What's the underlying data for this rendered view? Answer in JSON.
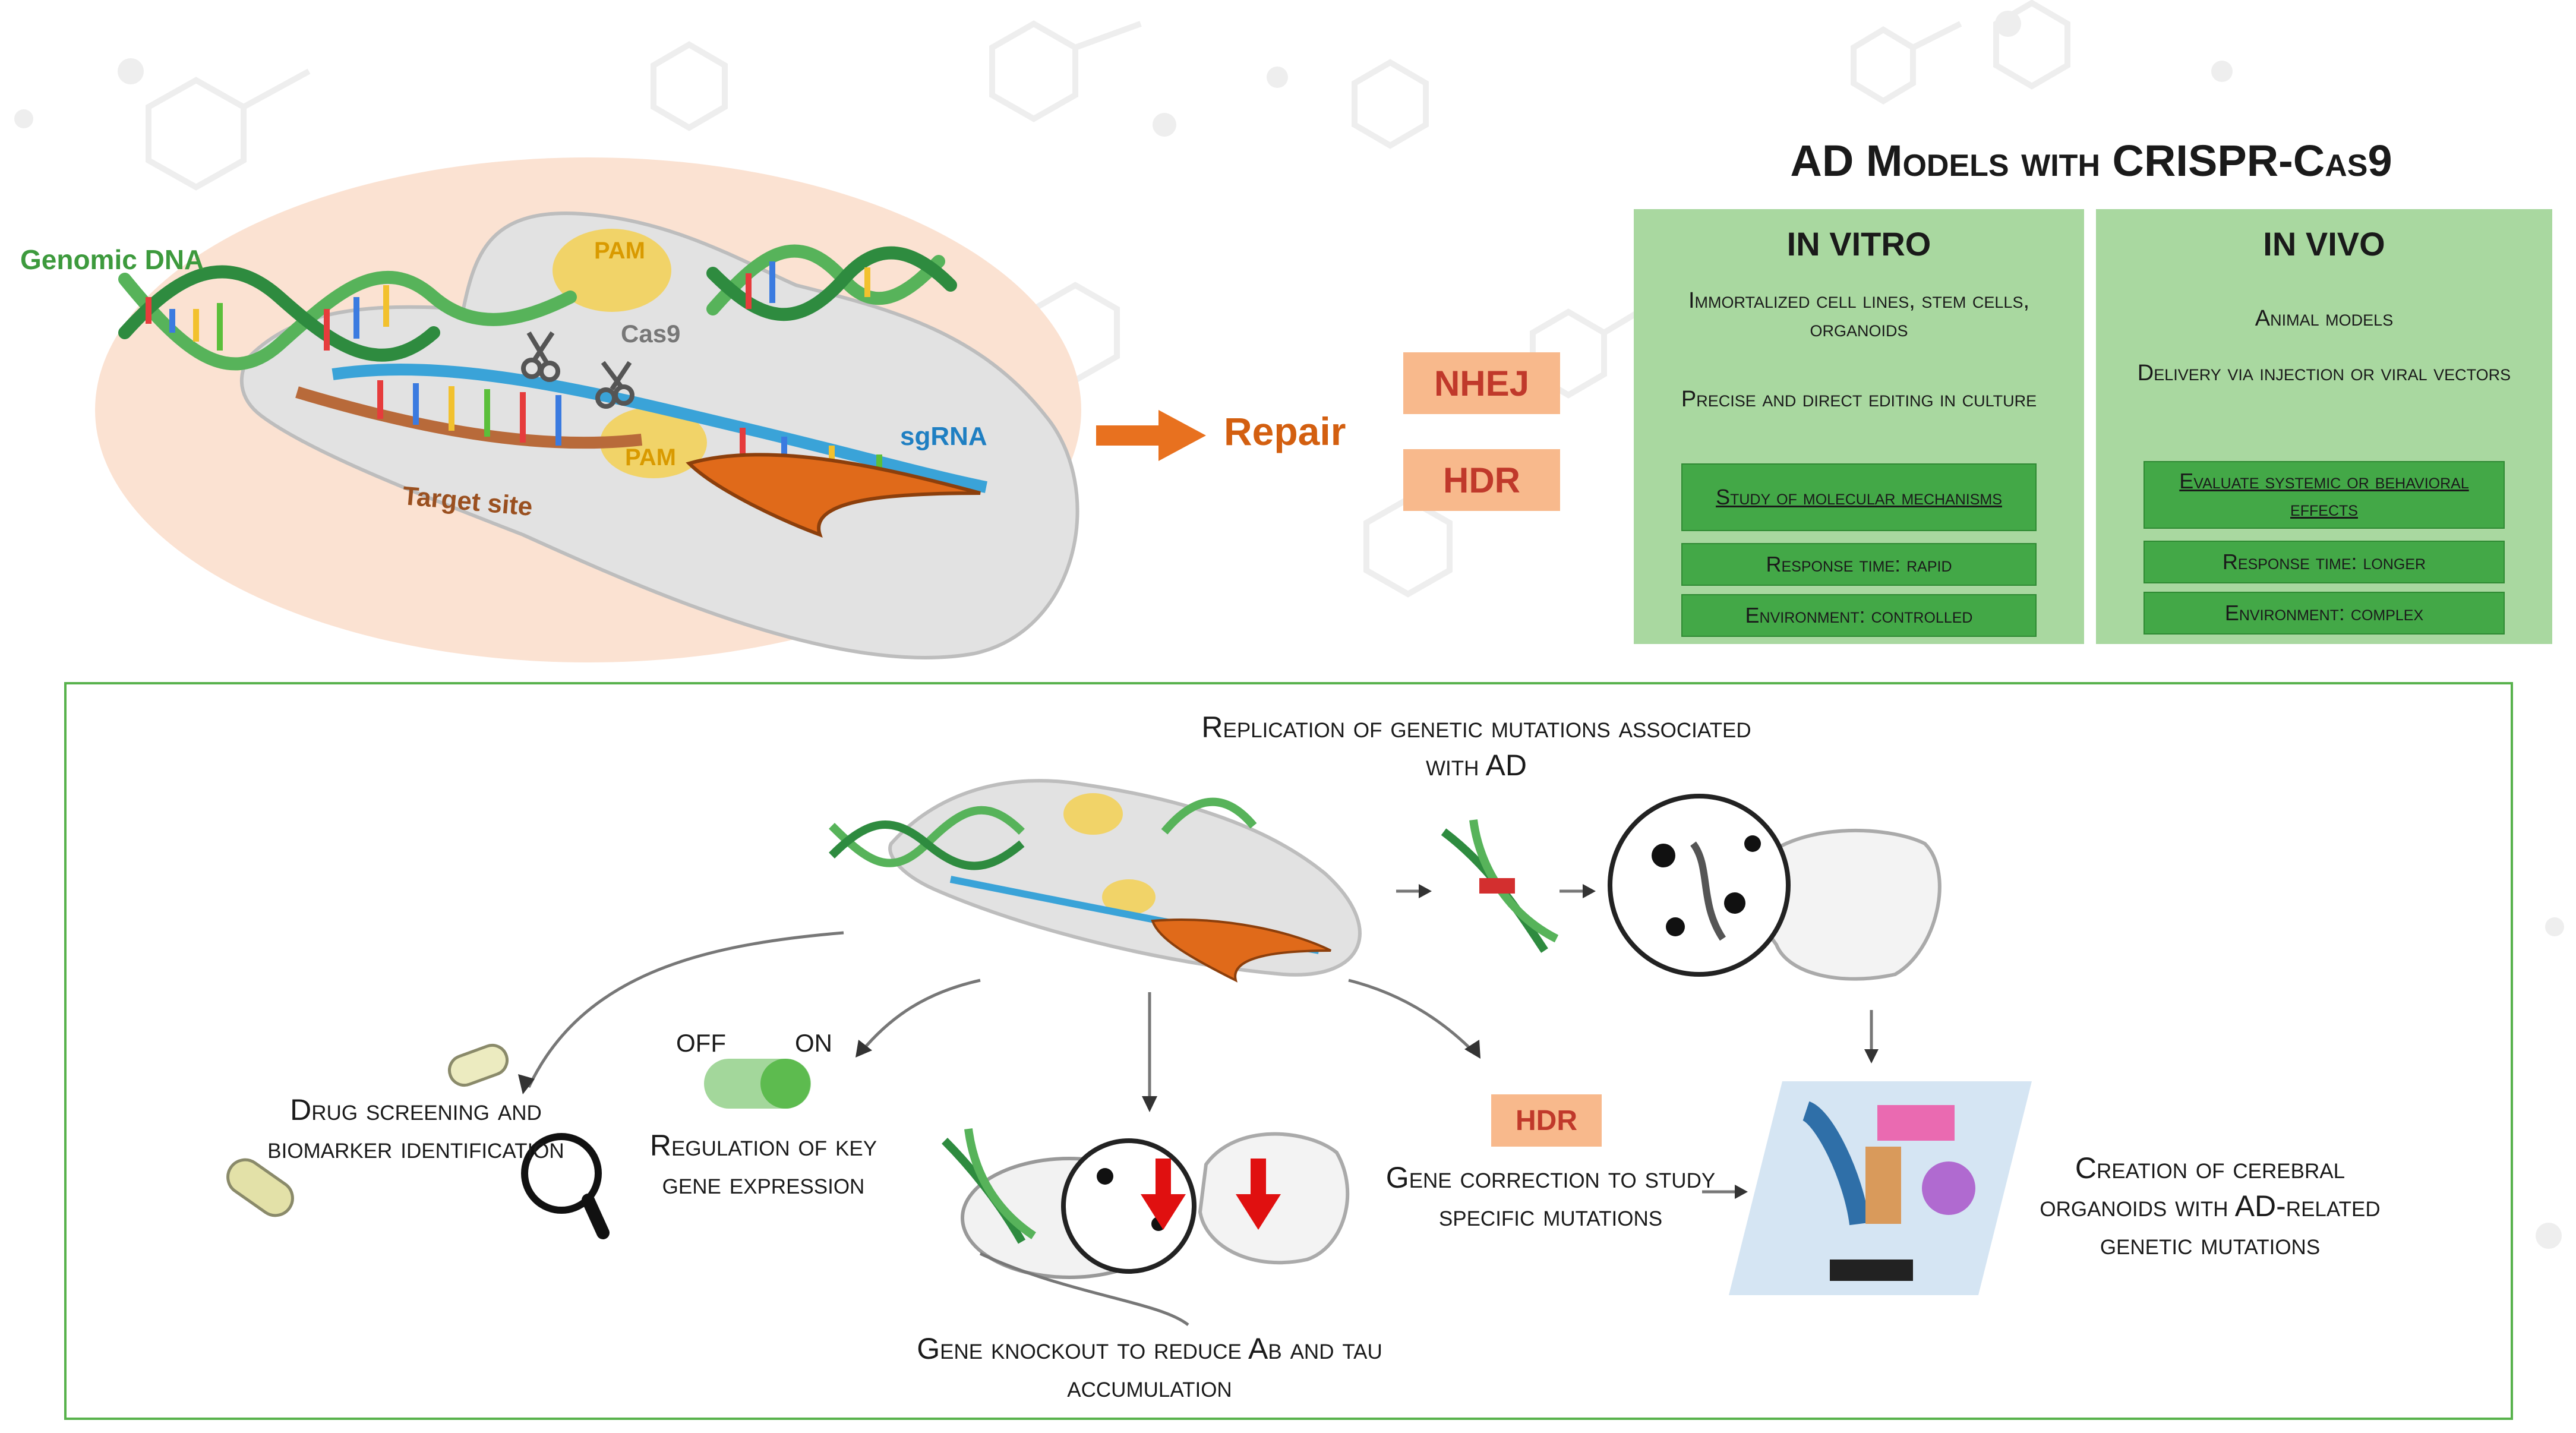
{
  "top": {
    "labels": {
      "genomic_dna": "Genomic DNA",
      "pam_top": "PAM",
      "pam_bottom": "PAM",
      "cas9": "Cas9",
      "sgrna": "sgRNA",
      "target_site": "Target site"
    },
    "repair_label": "Repair",
    "pathways": {
      "nhej": "NHEJ",
      "hdr": "HDR"
    }
  },
  "models": {
    "title": "AD Models with CRISPR-Cas9",
    "in_vitro": {
      "heading": "IN VITRO",
      "desc1": "Immortalized cell lines, stem cells, organoids",
      "desc2": "Precise and direct editing in culture",
      "bar1": "Study of molecular mechanisms",
      "bar2": "Response time: rapid",
      "bar3": "Environment: controlled"
    },
    "in_vivo": {
      "heading": "IN VIVO",
      "desc1": "Animal models",
      "desc2": "Delivery via injection or viral vectors",
      "bar1": "Evaluate systemic or behavioral effects",
      "bar2": "Response time: longer",
      "bar3": "Environment: complex"
    }
  },
  "process": {
    "replication": "Replication of genetic mutations associated with AD",
    "drug_screening": "Drug screening and biomarker identification",
    "regulation": "Regulation of key gene expression",
    "switch_off": "OFF",
    "switch_on": "ON",
    "knockout": "Gene knockout to reduce Aβ and tau accumulation",
    "hdr_label": "HDR",
    "correction": "Gene correction to study specific mutations",
    "organoids": "Creation of cerebral organoids with AD-related genetic mutations"
  },
  "colors": {
    "panel_green": "#a9d8a0",
    "bar_green": "#43a847",
    "pathway_orange": "#f8b98c",
    "arrow_orange": "#e8711f",
    "frame_green": "#58b24c"
  }
}
